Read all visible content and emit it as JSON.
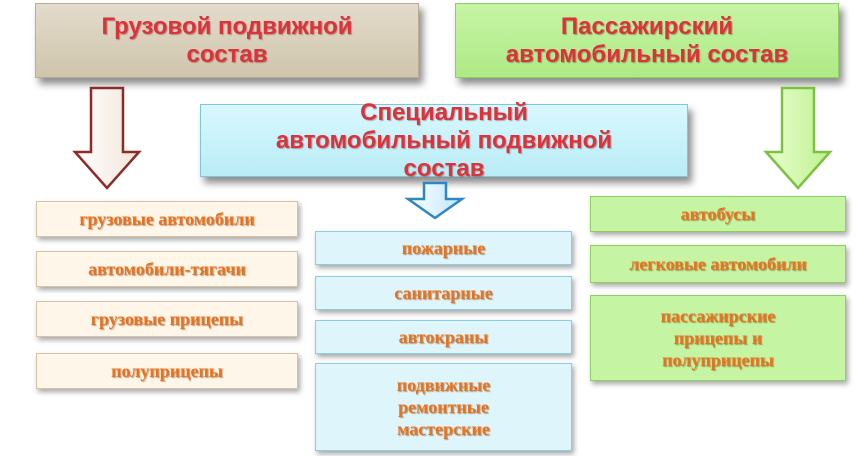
{
  "headers": {
    "cargo": "Грузовой подвижной состав",
    "passenger": "Пассажирский автомобильный состав",
    "special": "Специальный автомобильный подвижной состав"
  },
  "cargo_items": [
    "грузовые автомобили",
    "автомобили-тягачи",
    "грузовые прицепы",
    "полуприцепы"
  ],
  "special_items": [
    "пожарные",
    "санитарные",
    "автокраны",
    "подвижные ремонтные мастерские"
  ],
  "passenger_items": [
    "автобусы",
    "легковые автомобили",
    "пассажирские прицепы и полуприцепы"
  ],
  "colors": {
    "header_text": "#d9333b",
    "item_text": "#e8731e",
    "cargo_fill": "#e3dccb",
    "passenger_fill": "#c6f4a4",
    "special_fill": "#d9f8ff"
  },
  "icons": {
    "cargo_arrow": "arrow-down-icon",
    "special_arrow": "arrow-down-icon",
    "passenger_arrow": "arrow-down-icon"
  }
}
